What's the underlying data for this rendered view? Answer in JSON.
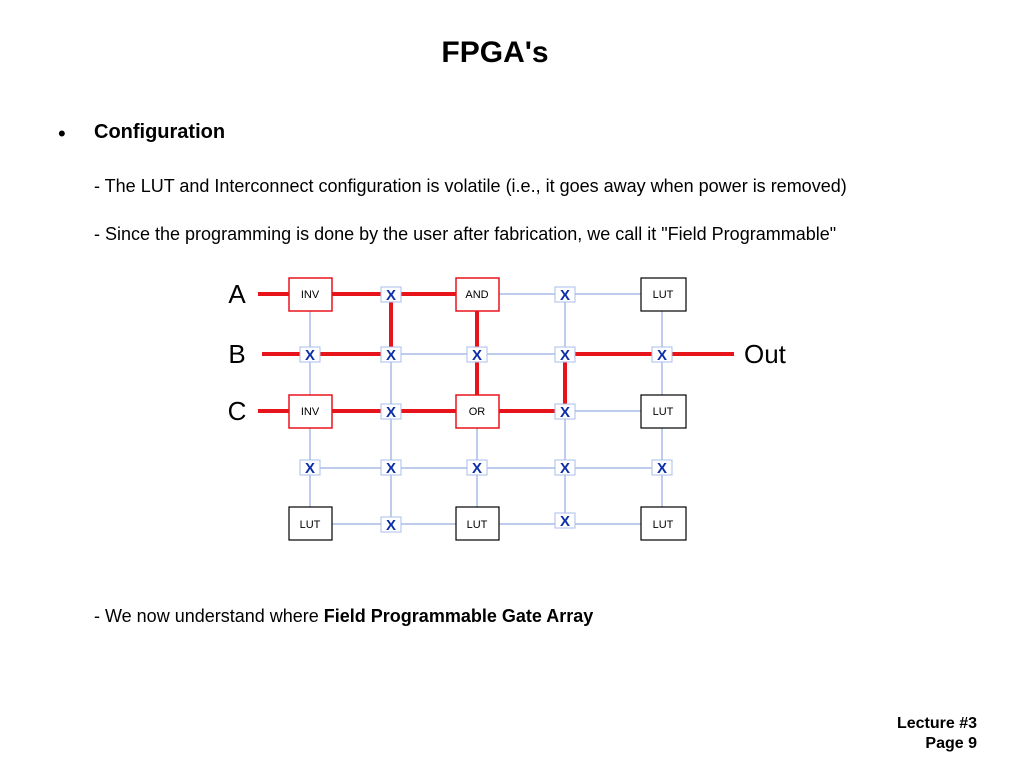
{
  "slide": {
    "title": "FPGA's",
    "bullet": "•",
    "heading": "Configuration",
    "line1": "- The LUT and Interconnect configuration is volatile (i.e., it goes away when power is removed)",
    "line2": "- Since the programming is done by the user after fabrication, we call it \"Field Programmable\"",
    "line3_prefix": "- We now understand where ",
    "line3_bold": "Field Programmable Gate Array"
  },
  "diagram": {
    "inputs": [
      "A",
      "B",
      "C"
    ],
    "output": "Out",
    "switch_label": "X",
    "blocks": [
      {
        "id": "inv1",
        "label": "INV",
        "configured": true
      },
      {
        "id": "and1",
        "label": "AND",
        "configured": true
      },
      {
        "id": "lut_top_right",
        "label": "LUT",
        "configured": false
      },
      {
        "id": "inv2",
        "label": "INV",
        "configured": true
      },
      {
        "id": "or1",
        "label": "OR",
        "configured": true
      },
      {
        "id": "lut_mid_right",
        "label": "LUT",
        "configured": false
      },
      {
        "id": "lut_bottom_left",
        "label": "LUT",
        "configured": false
      },
      {
        "id": "lut_bottom_mid",
        "label": "LUT",
        "configured": false
      },
      {
        "id": "lut_bottom_right",
        "label": "LUT",
        "configured": false
      }
    ],
    "colors": {
      "active_path": "#e8141c",
      "grid_line": "#a9bce8",
      "switch": "#0b2fa8",
      "configured_border": "#e8141c",
      "unconfigured_border": "#000000"
    }
  },
  "footer": {
    "lecture": "Lecture #3",
    "page": "Page 9"
  }
}
